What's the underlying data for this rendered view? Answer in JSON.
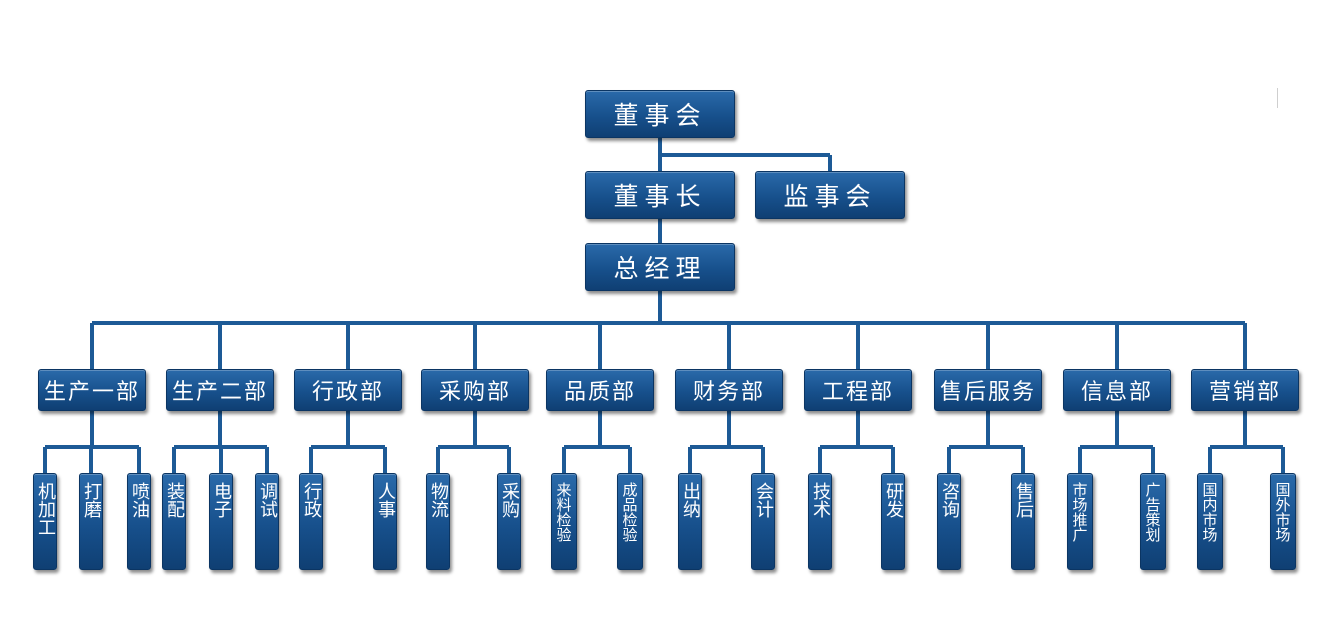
{
  "colors": {
    "box": "#17508c",
    "line": "#1d5a96",
    "text": "#ffffff"
  },
  "top": {
    "board": "董事会",
    "chairman": "董事长",
    "supervisors": "监事会",
    "gm": "总经理"
  },
  "departments": [
    {
      "name": "生产一部",
      "children": [
        "机加工",
        "打磨",
        "喷油"
      ]
    },
    {
      "name": "生产二部",
      "children": [
        "装配",
        "电子",
        "调试"
      ]
    },
    {
      "name": "行政部",
      "children": [
        "行政",
        "人事"
      ]
    },
    {
      "name": "采购部",
      "children": [
        "物流",
        "采购"
      ]
    },
    {
      "name": "品质部",
      "children": [
        "来料检验",
        "成品检验"
      ]
    },
    {
      "name": "财务部",
      "children": [
        "出纳",
        "会计"
      ]
    },
    {
      "name": "工程部",
      "children": [
        "技术",
        "研发"
      ]
    },
    {
      "name": "售后服务",
      "children": [
        "咨询",
        "售后"
      ]
    },
    {
      "name": "信息部",
      "children": [
        "市场推广",
        "广告策划"
      ]
    },
    {
      "name": "营销部",
      "children": [
        "国内市场",
        "国外市场"
      ]
    }
  ]
}
